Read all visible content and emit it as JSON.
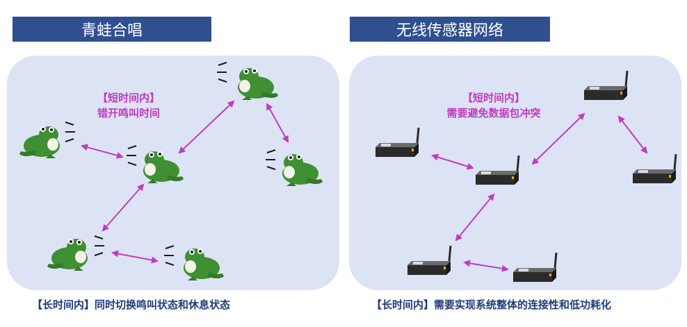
{
  "left_panel": {
    "title": "青蛙合唱",
    "short_term_label": "【短时间内】",
    "short_term_text": "错开鸣叫时间",
    "long_term_caption": "【长时间内】同时切换鸣叫状态和休息状态"
  },
  "right_panel": {
    "title": "无线传感器网络",
    "short_term_label": "【短时间内】",
    "short_term_text": "需要避免数据包冲突",
    "long_term_caption": "【长时间内】需要实现系统整体的连接性和低功耗化"
  },
  "colors": {
    "title_bar": "#2f4f8f",
    "panel_bg": "#dce3f4",
    "arrow": "#c03bc0",
    "caption": "#1f3a7a",
    "frog_green": "#3f8f33",
    "sensor_body": "#2b2b2b"
  },
  "icons": [
    "frog-icon",
    "sensor-node-icon",
    "double-arrow"
  ]
}
